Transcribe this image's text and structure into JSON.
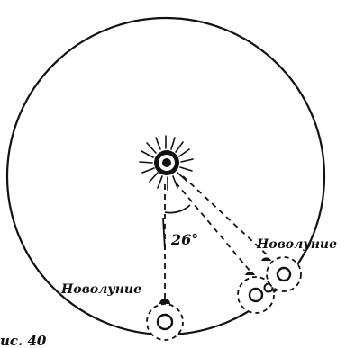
{
  "figure": {
    "angle_label": "26°",
    "new_moon_left": "Новолуние",
    "new_moon_right": "Новолуние",
    "caption": "ис. 40"
  },
  "colors": {
    "ink": "#111111",
    "background": "#ffffff"
  }
}
